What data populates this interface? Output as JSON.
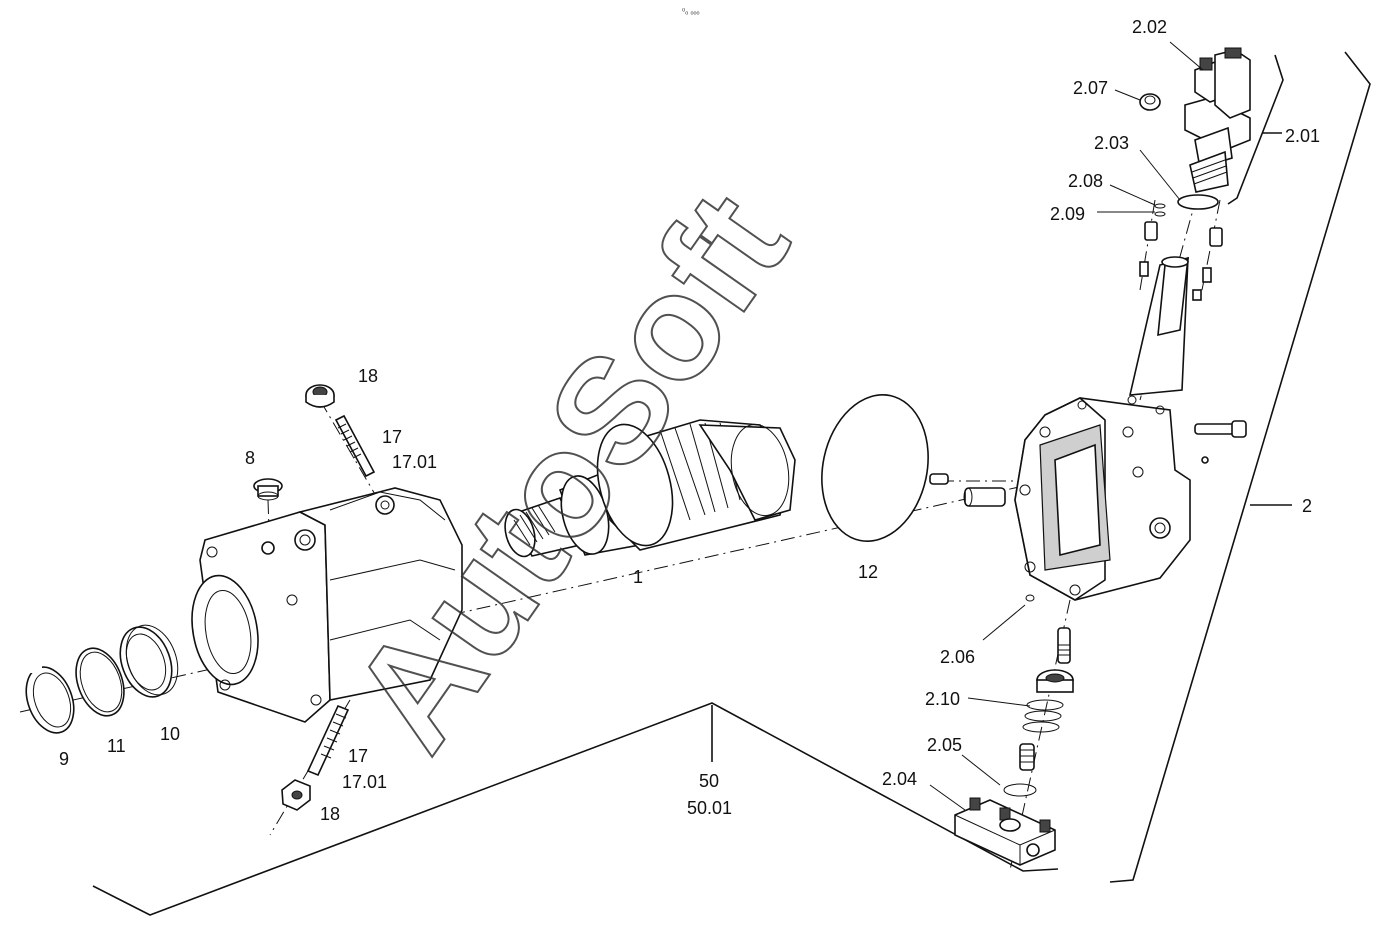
{
  "header_marks": "⁰ₒ ₒₒₒ",
  "watermark": "AutoSoft",
  "labels": {
    "l_2_02": "2.02",
    "l_2_07": "2.07",
    "l_2_01": "2.01",
    "l_2_03": "2.03",
    "l_2_08": "2.08",
    "l_2_09": "2.09",
    "l_2": "2",
    "l_18_top": "18",
    "l_17_top": "17",
    "l_17_01_top": "17.01",
    "l_8": "8",
    "l_1": "1",
    "l_12": "12",
    "l_2_06": "2.06",
    "l_2_10": "2.10",
    "l_2_05": "2.05",
    "l_2_04": "2.04",
    "l_9": "9",
    "l_11": "11",
    "l_10": "10",
    "l_17_bot": "17",
    "l_17_01_bot": "17.01",
    "l_18_bot": "18",
    "l_50": "50",
    "l_50_01": "50.01"
  }
}
